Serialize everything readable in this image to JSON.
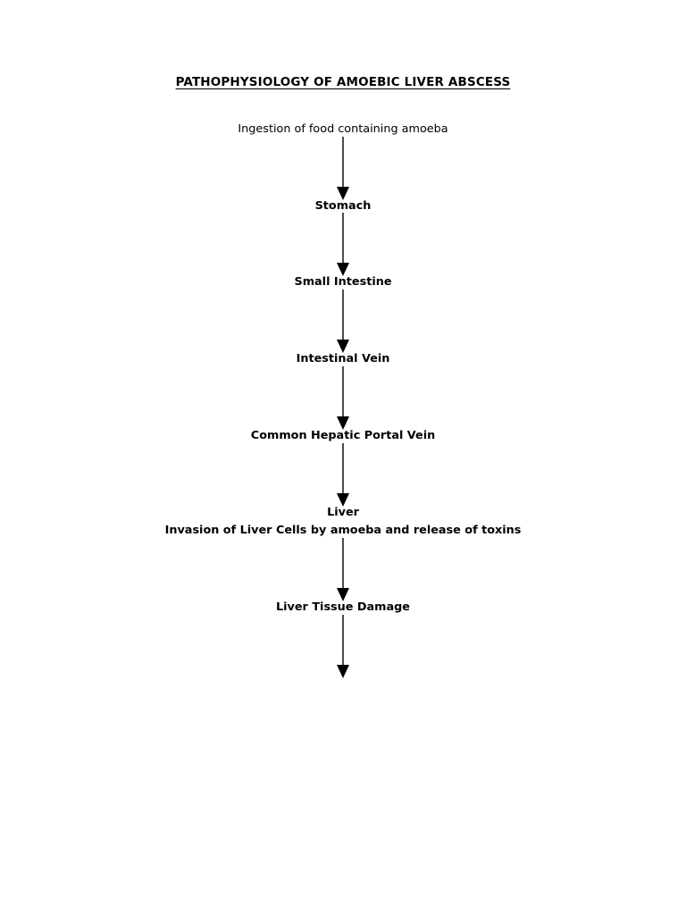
{
  "document": {
    "background_color": "#ffffff",
    "text_color": "#000000",
    "title": "PATHOPHYSIOLOGY OF AMOEBIC LIVER ABSCESS"
  },
  "flowchart": {
    "type": "vertical-linear-flow",
    "arrow_icon_name": "down-arrow-icon",
    "arrow_color": "#4d4d4d",
    "arrowhead_color": "#000000",
    "steps": [
      {
        "label": "Ingestion of food containing amoeba",
        "bold": false,
        "arrow_after": true
      },
      {
        "label": "Stomach",
        "bold": true,
        "arrow_after": true
      },
      {
        "label": "Small Intestine",
        "bold": true,
        "arrow_after": true
      },
      {
        "label": "Intestinal Vein",
        "bold": true,
        "arrow_after": true
      },
      {
        "label": "Common Hepatic Portal Vein",
        "bold": true,
        "arrow_after": true
      },
      {
        "label": "Liver",
        "bold": true,
        "arrow_after": false
      },
      {
        "label": "Invasion of Liver Cells by amoeba and release of toxins",
        "bold": true,
        "arrow_after": true
      },
      {
        "label": "Liver Tissue Damage",
        "bold": true,
        "arrow_after": true
      }
    ]
  }
}
